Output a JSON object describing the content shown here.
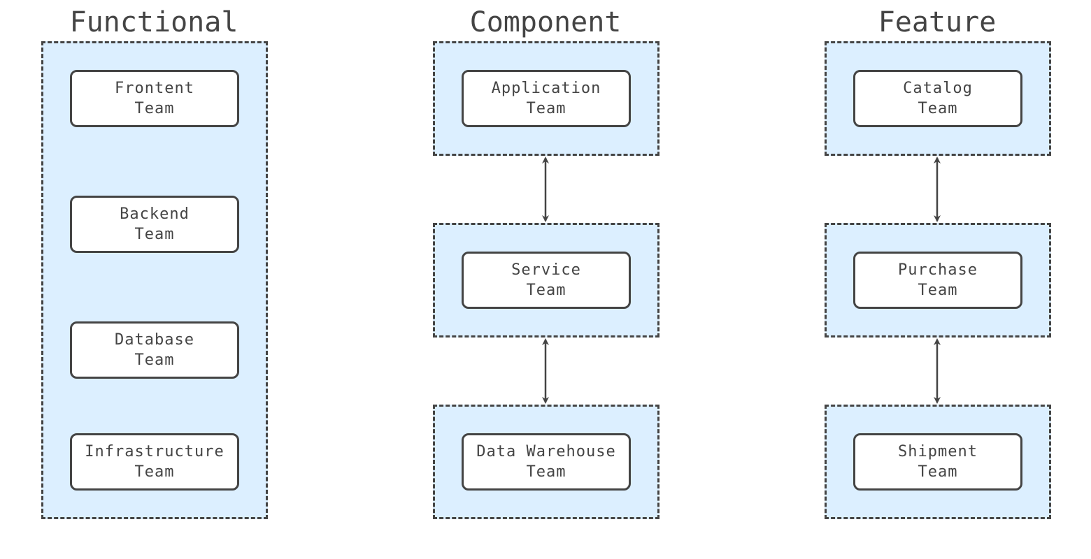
{
  "colors": {
    "group_fill": "#dcefff",
    "stroke": "#444444",
    "text": "#444444"
  },
  "columns": [
    {
      "title": "Functional",
      "teams": [
        {
          "line1": "Frontent",
          "line2": "Team"
        },
        {
          "line1": "Backend",
          "line2": "Team"
        },
        {
          "line1": "Database",
          "line2": "Team"
        },
        {
          "line1": "Infrastructure",
          "line2": "Team"
        }
      ]
    },
    {
      "title": "Component",
      "teams": [
        {
          "line1": "Application",
          "line2": "Team"
        },
        {
          "line1": "Service",
          "line2": "Team"
        },
        {
          "line1": "Data Warehouse",
          "line2": "Team"
        }
      ]
    },
    {
      "title": "Feature",
      "teams": [
        {
          "line1": "Catalog",
          "line2": "Team"
        },
        {
          "line1": "Purchase",
          "line2": "Team"
        },
        {
          "line1": "Shipment",
          "line2": "Team"
        }
      ]
    }
  ]
}
